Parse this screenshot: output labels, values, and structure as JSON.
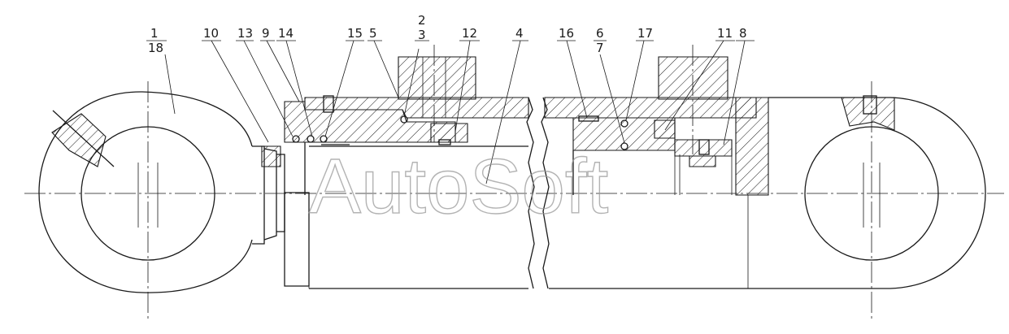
{
  "callouts": {
    "c1": "1",
    "c18": "18",
    "c10": "10",
    "c13": "13",
    "c9": "9",
    "c14": "14",
    "c15": "15",
    "c5": "5",
    "c2": "2",
    "c3": "3",
    "c12": "12",
    "c4": "4",
    "c16": "16",
    "c6": "6",
    "c7": "7",
    "c17": "17",
    "c11": "11",
    "c8": "8"
  },
  "watermark": "AutoSoft",
  "colors": {
    "line": "#1a1a1a",
    "background": "#ffffff",
    "watermark": "#9a9a9a"
  }
}
